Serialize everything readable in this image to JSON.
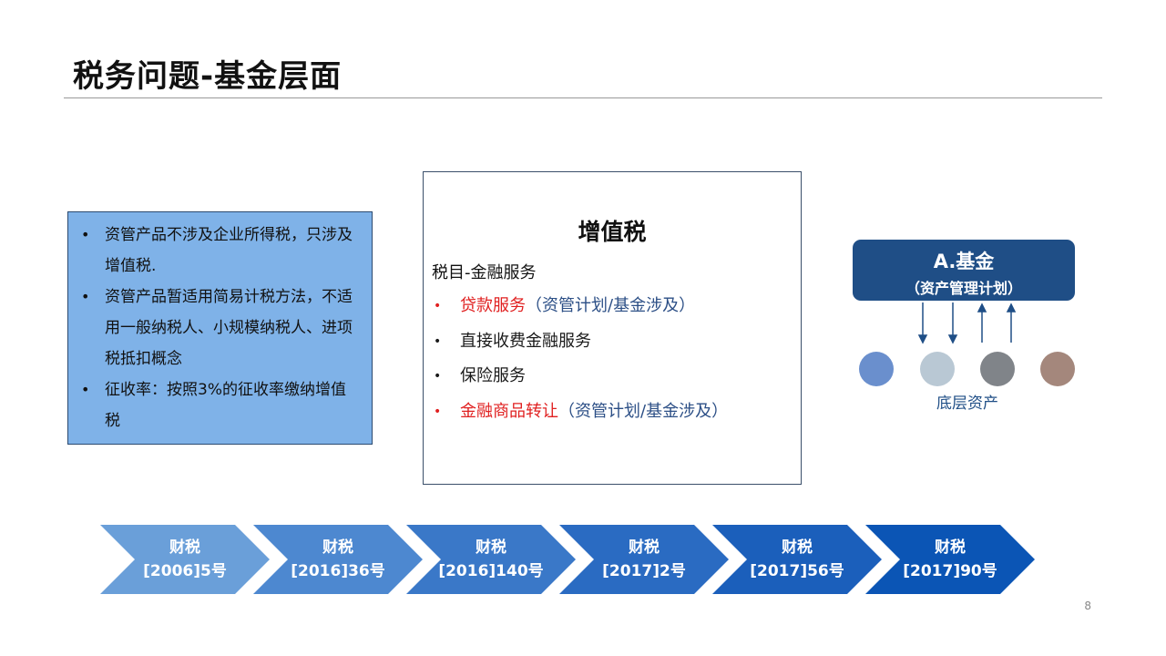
{
  "title": "税务问题-基金层面",
  "left_box": {
    "items": [
      {
        "text": "资管产品不涉及企业所得税，只涉及增值税."
      },
      {
        "text": "资管产品暂适用简易计税方法，不适用一般纳税人、小规模纳税人、进项税抵扣概念"
      },
      {
        "text": "征收率：按照3%的征收率缴纳增值税"
      }
    ]
  },
  "center_box": {
    "heading": "增值税",
    "subheading": "税目-金融服务",
    "items": [
      {
        "main": "贷款服务",
        "note": "（资管计划/基金涉及）",
        "highlight": true
      },
      {
        "main": "直接收费金融服务",
        "note": "",
        "highlight": false
      },
      {
        "main": "保险服务",
        "note": "",
        "highlight": false
      },
      {
        "main": "金融商品转让",
        "note": "（资管计划/基金涉及）",
        "highlight": true
      }
    ],
    "highlight_color": "#e02020",
    "note_color": "#2c4f86"
  },
  "fund": {
    "title": "A.基金",
    "subtitle": "（资产管理计划）",
    "underlying_label": "底层资产",
    "dot_colors": [
      "#6a8fcd",
      "#b9c8d4",
      "#808489",
      "#a4877c"
    ],
    "box_color": "#1f4e86"
  },
  "timeline": {
    "items": [
      {
        "line1": "财税",
        "line2": "[2006]5号",
        "color": "#6a9fd9"
      },
      {
        "line1": "财税",
        "line2": "[2016]36号",
        "color": "#4d88d0"
      },
      {
        "line1": "财税",
        "line2": "[2016]140号",
        "color": "#3a78c8"
      },
      {
        "line1": "财税",
        "line2": "[2017]2号",
        "color": "#2a6bc2"
      },
      {
        "line1": "财税",
        "line2": "[2017]56号",
        "color": "#1b5fbb"
      },
      {
        "line1": "财税",
        "line2": "[2017]90号",
        "color": "#0b55b5"
      }
    ]
  },
  "page_number": "8"
}
